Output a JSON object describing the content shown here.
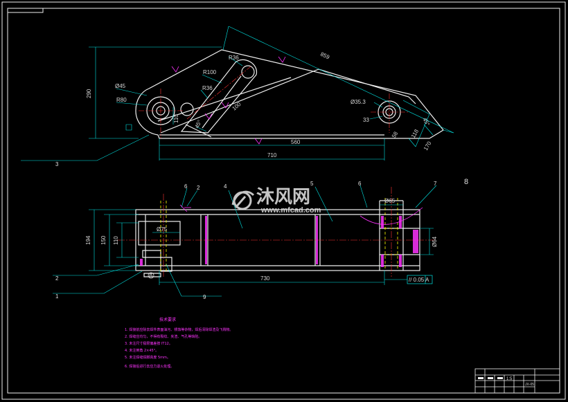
{
  "palette": {
    "background": "#000000",
    "outline": "#f0f0f0",
    "dimension": "#00e5e5",
    "hidden": "#ffff00",
    "center": "#ff3333",
    "section": "#ff33ff",
    "annotation": "#ffffff"
  },
  "top_view": {
    "dimensions": {
      "height_290": "290",
      "length_859": "859",
      "r36_top": "R36",
      "r100": "R100",
      "r36_mid": "R36",
      "d45": "Ø45",
      "r80": "R80",
      "len_100": "100",
      "len_110": "110",
      "angle_45": "45°",
      "d35_3": "Ø35.3",
      "len_33": "33",
      "len_58": "58",
      "len_118": "118",
      "len_170": "170",
      "angle_45_right": "45°",
      "len_560": "560",
      "len_710": "710"
    },
    "callouts": {
      "item_3": "3"
    }
  },
  "front_view": {
    "dimensions": {
      "d75": "Ø75",
      "d65": "Ø65",
      "d64": "Ø64",
      "h194": "194",
      "h150": "150",
      "h110": "110",
      "len_730": "730",
      "tolerance": "// 0.05 A",
      "datum": "A"
    },
    "callouts": {
      "item_6a": "6",
      "item_2a": "2",
      "item_4": "4",
      "item_5": "5",
      "item_6b": "6",
      "item_7": "7",
      "item_8": "8",
      "item_2b": "2",
      "item_1": "1",
      "item_9": "9"
    }
  },
  "watermark": {
    "name": "沐风网",
    "url": "www.mfcad.com"
  },
  "notes": {
    "title": "技术要求",
    "items": [
      "1. 焊接前应除去焊件表面油污、锈蚀等杂物，焊后清除焊渣及飞溅物。",
      "2. 焊缝应均匀，不得有裂纹、夹渣、气孔等缺陷。",
      "3. 未注尺寸极限偏差按 IT12。",
      "4. 未注倒角 2×45°。",
      "5. 未注焊缝焊脚高度 5mm。",
      "6. 焊接后进行去应力退火处理。"
    ]
  },
  "title_block": {
    "scale": "1:5",
    "code": "JX-05"
  }
}
